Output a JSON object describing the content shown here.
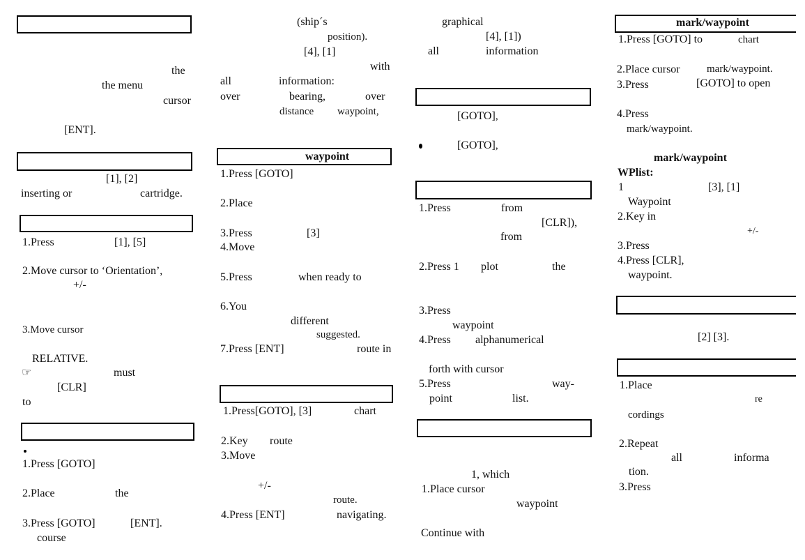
{
  "col1": {
    "l1": "the",
    "l2": "the menu",
    "l3": "cursor",
    "l4": "[ENT].",
    "l5a": "[1], [2]",
    "l5b": "inserting or",
    "l5c": "cartridge.",
    "l6a": "1.Press",
    "l6b": "[1], [5]",
    "l7": "2.Move cursor to ‘Orientation’,",
    "l8": "+/-",
    "l9": "3.Move cursor",
    "l10": "RELATIVE.",
    "l11a": "☞",
    "l11b": "must",
    "l12": "[CLR]",
    "l13": "to",
    "l14": "1.Press [GOTO]",
    "l15a": "2.Place",
    "l15b": "the",
    "l16a": "3.Press [GOTO]",
    "l16b": "[ENT].",
    "l17": "course"
  },
  "col2": {
    "l1": "(ship´s",
    "l2": "position).",
    "l3": "[4], [1]",
    "l4": "with",
    "l5a": "all",
    "l5b": "information:",
    "l6a": "over",
    "l6b": "bearing,",
    "l6c": "over",
    "l7a": "distance",
    "l7b": "waypoint,",
    "h1": "waypoint",
    "l8": "1.Press [GOTO]",
    "l9": "2.Place",
    "l10a": "3.Press",
    "l10b": "[3]",
    "l11": "4.Move",
    "l12a": "5.Press",
    "l12b": "when ready to",
    "l13": "6.You",
    "l14": "different",
    "l15": "suggested.",
    "l16a": "7.Press [ENT]",
    "l16b": "route in",
    "l17a": "1.Press[GOTO], [3]",
    "l17b": "chart",
    "l18a": "2.Key",
    "l18b": "route",
    "l19": "3.Move",
    "l20": "+/-",
    "l21": "route.",
    "l22a": "4.Press [ENT]",
    "l22b": "navigating."
  },
  "col3": {
    "l1": "graphical",
    "l2": "[4], [1])",
    "l3a": "all",
    "l3b": "information",
    "l4": "[GOTO],",
    "l5": "[GOTO],",
    "l6a": "1.Press",
    "l6b": "from",
    "l7": "[CLR]),",
    "l8": "from",
    "l9a": "2.Press 1",
    "l9b": "plot",
    "l9c": "the",
    "l10": "3.Press",
    "l11": "waypoint",
    "l12a": "4.Press",
    "l12b": "alphanumerical",
    "l13": "forth with cursor",
    "l14a": "5.Press",
    "l14b": "way-",
    "l15a": "point",
    "l15b": "list.",
    "l16": "1, which",
    "l17": "1.Place cursor",
    "l18": "waypoint",
    "l19": "Continue with"
  },
  "col4": {
    "h1": "mark/waypoint",
    "l1a": "1.Press [GOTO] to",
    "l1b": "chart",
    "l2a": "2.Place cursor",
    "l2b": "mark/waypoint.",
    "l3a": "3.Press",
    "l3b": "[GOTO] to open",
    "l4": "4.Press",
    "l5": "mark/waypoint.",
    "h2": "mark/waypoint",
    "h3": "WPlist:",
    "l6a": "1",
    "l6b": "[3], [1]",
    "l7": "Waypoint",
    "l8": "2.Key in",
    "l9": "+/-",
    "l10": "3.Press",
    "l11": "4.Press [CLR],",
    "l12": "waypoint.",
    "l13": "[2] [3].",
    "l14": "1.Place",
    "l15": "re",
    "l16": "cordings",
    "l17": "2.Repeat",
    "l18a": "all",
    "l18b": "informa",
    "l19": "tion.",
    "l20": "3.Press"
  }
}
